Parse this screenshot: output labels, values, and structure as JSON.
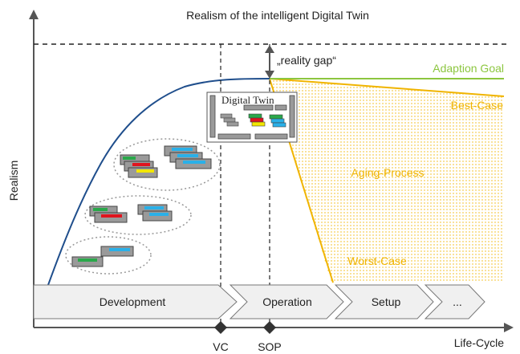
{
  "title": "Realism of the intelligent Digital Twin",
  "y_axis_label": "Realism",
  "x_axis_label": "Life-Cycle",
  "reality_gap_label": "„reality gap“",
  "adaption_goal_label": "Adaption Goal",
  "best_case_label": "Best-Case",
  "aging_process_label": "Aging-Process",
  "worst_case_label": "Worst-Case",
  "digital_twin_label": "Digital Twin",
  "phases": [
    "Development",
    "Operation",
    "Setup",
    "..."
  ],
  "milestones": [
    "VC",
    "SOP"
  ],
  "colors": {
    "curve": "#1f4e8c",
    "adaption_goal": "#8cc63f",
    "aging": "#f0b400",
    "phase_fill": "#f0f0f0",
    "module_grey": "#9a9a9a",
    "module_red": "#e0141e",
    "module_green": "#2aa84a",
    "module_blue": "#2ab0e8",
    "module_yellow": "#f2e600"
  }
}
